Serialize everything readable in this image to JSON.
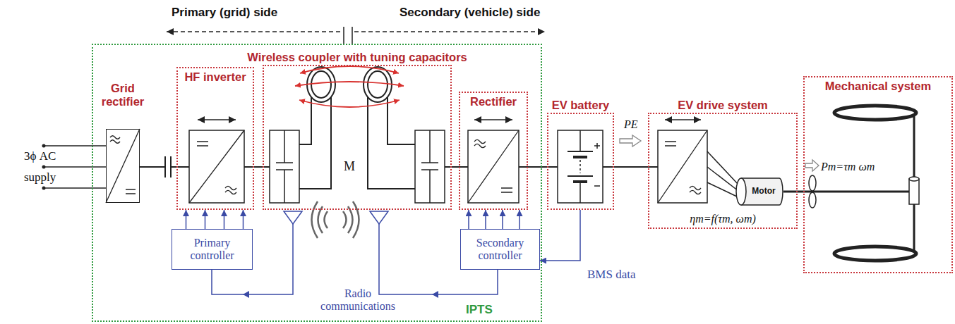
{
  "diagram": {
    "nodes": [
      {
        "text": [
          "IPTS"
        ]
      },
      {
        "text": [
          "Grid rectifier"
        ],
        "in": 0
      },
      {
        "text": [
          "HF inverter"
        ],
        "in": 0
      },
      {
        "text": [
          "Wireless coupler with tuning capacitors"
        ],
        "in": 0
      },
      {
        "text": [
          "Rectifier"
        ],
        "in": 0
      },
      {
        "text": [
          "Primary controller"
        ],
        "in": 0
      },
      {
        "text": [
          "Secondary controller"
        ],
        "in": 0
      },
      {
        "text": [
          "EV battery"
        ]
      },
      {
        "text": [
          "EV drive system",
          "ηm=f(τm, ωm)"
        ]
      },
      {
        "text": [
          "Motor"
        ],
        "in": 8
      },
      {
        "text": [
          "Mechanical system",
          "Pm=τm ωm"
        ]
      }
    ],
    "edges": [
      {
        "from": 5,
        "to": 2,
        "arrow": "to"
      },
      {
        "from": 5,
        "to": 2,
        "arrow": "to"
      },
      {
        "from": 5,
        "to": 2,
        "arrow": "to"
      },
      {
        "from": 5,
        "to": 2,
        "arrow": "to"
      },
      {
        "from": 6,
        "to": 4,
        "arrow": "to"
      },
      {
        "from": 6,
        "to": 4,
        "arrow": "to"
      },
      {
        "from": 6,
        "to": 4,
        "arrow": "to"
      },
      {
        "from": 6,
        "to": 4,
        "arrow": "to"
      },
      {
        "from": 7,
        "to": 6,
        "arrow": "to",
        "label": "BMS data"
      },
      {
        "from": 1,
        "to": 2,
        "arrow": "none"
      },
      {
        "from": 2,
        "to": 3,
        "arrow": "none"
      },
      {
        "from": 3,
        "to": 4,
        "arrow": "none"
      },
      {
        "from": 4,
        "to": 7,
        "arrow": "none"
      },
      {
        "from": 7,
        "to": 8,
        "arrow": "none"
      },
      {
        "from": 9,
        "to": 10,
        "arrow": "none"
      }
    ],
    "labels": [
      "Primary (grid) side",
      "Secondary (vehicle) side",
      "3ϕ AC supply",
      "M",
      "PE",
      "Radio communications"
    ]
  }
}
